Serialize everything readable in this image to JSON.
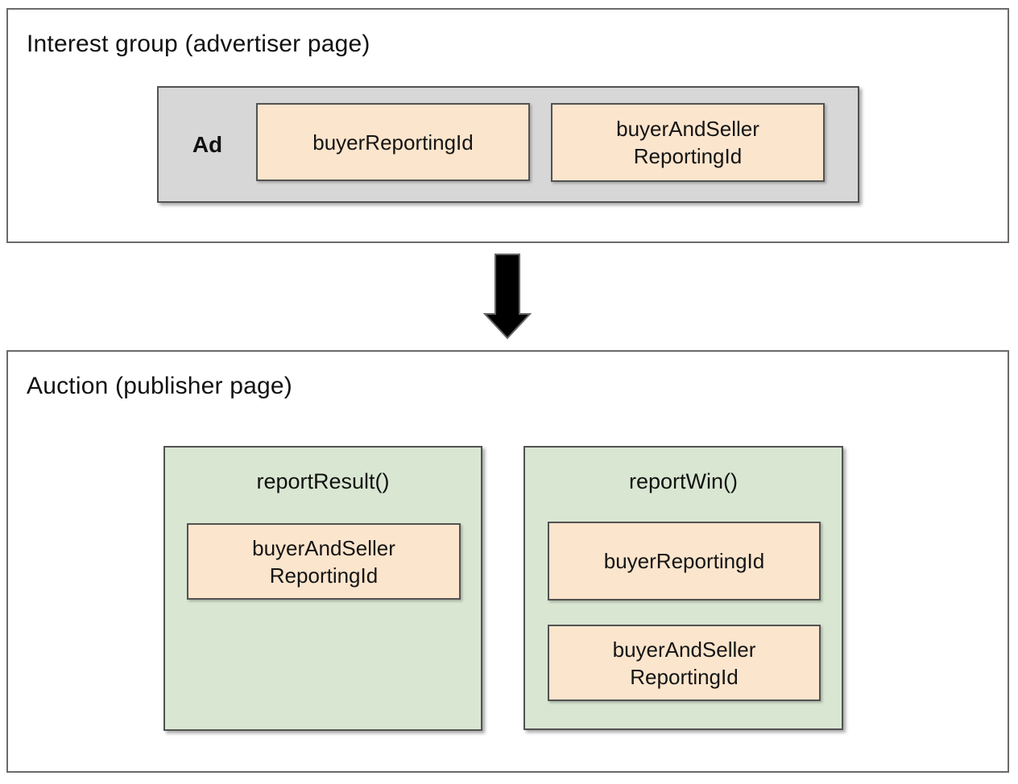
{
  "colors": {
    "peach": "#fce5cd",
    "green": "#d9e7d2",
    "gray": "#d7d7d7",
    "border_outer": "#6a6a6a",
    "border_inner": "#525252",
    "arrow_fill": "#000000",
    "arrow_stroke": "#666666"
  },
  "interest_group": {
    "title": "Interest group (advertiser page)",
    "ad": {
      "label": "Ad",
      "fields": [
        "buyerReportingId",
        "buyerAndSeller\nReportingId"
      ]
    }
  },
  "auction": {
    "title": "Auction (publisher page)",
    "report_result": {
      "title": "reportResult()",
      "fields": [
        "buyerAndSeller\nReportingId"
      ]
    },
    "report_win": {
      "title": "reportWin()",
      "fields": [
        "buyerReportingId",
        "buyerAndSeller\nReportingId"
      ]
    }
  }
}
